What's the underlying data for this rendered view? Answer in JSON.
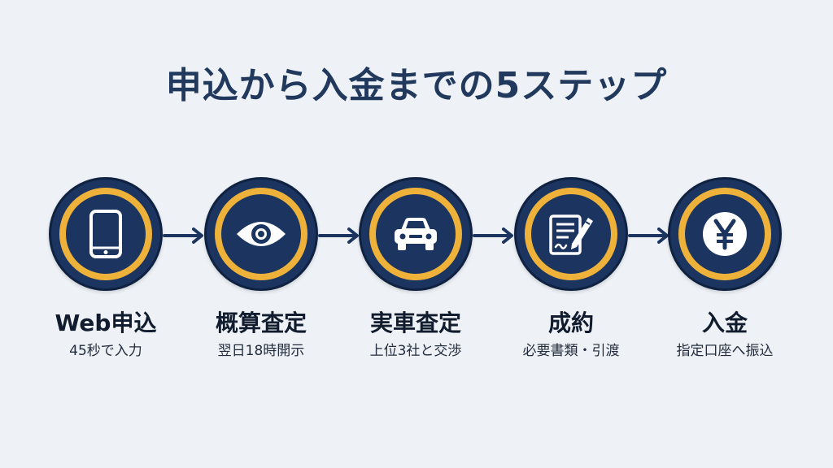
{
  "title": "申込から入金までの5ステップ",
  "colors": {
    "background": "#eef2f6",
    "navy": "#1c3560",
    "gold": "#eeb23a",
    "title": "#22395e"
  },
  "steps": [
    {
      "title": "Web申込",
      "desc": "45秒で入力",
      "icon": "smartphone-icon"
    },
    {
      "title": "概算査定",
      "desc": "翌日18時開示",
      "icon": "eye-icon"
    },
    {
      "title": "実車査定",
      "desc": "上位3社と交渉",
      "icon": "car-icon"
    },
    {
      "title": "成約",
      "desc": "必要書類・引渡",
      "icon": "contract-signing-icon"
    },
    {
      "title": "入金",
      "desc": "指定口座へ振込",
      "icon": "yen-coin-icon"
    }
  ]
}
